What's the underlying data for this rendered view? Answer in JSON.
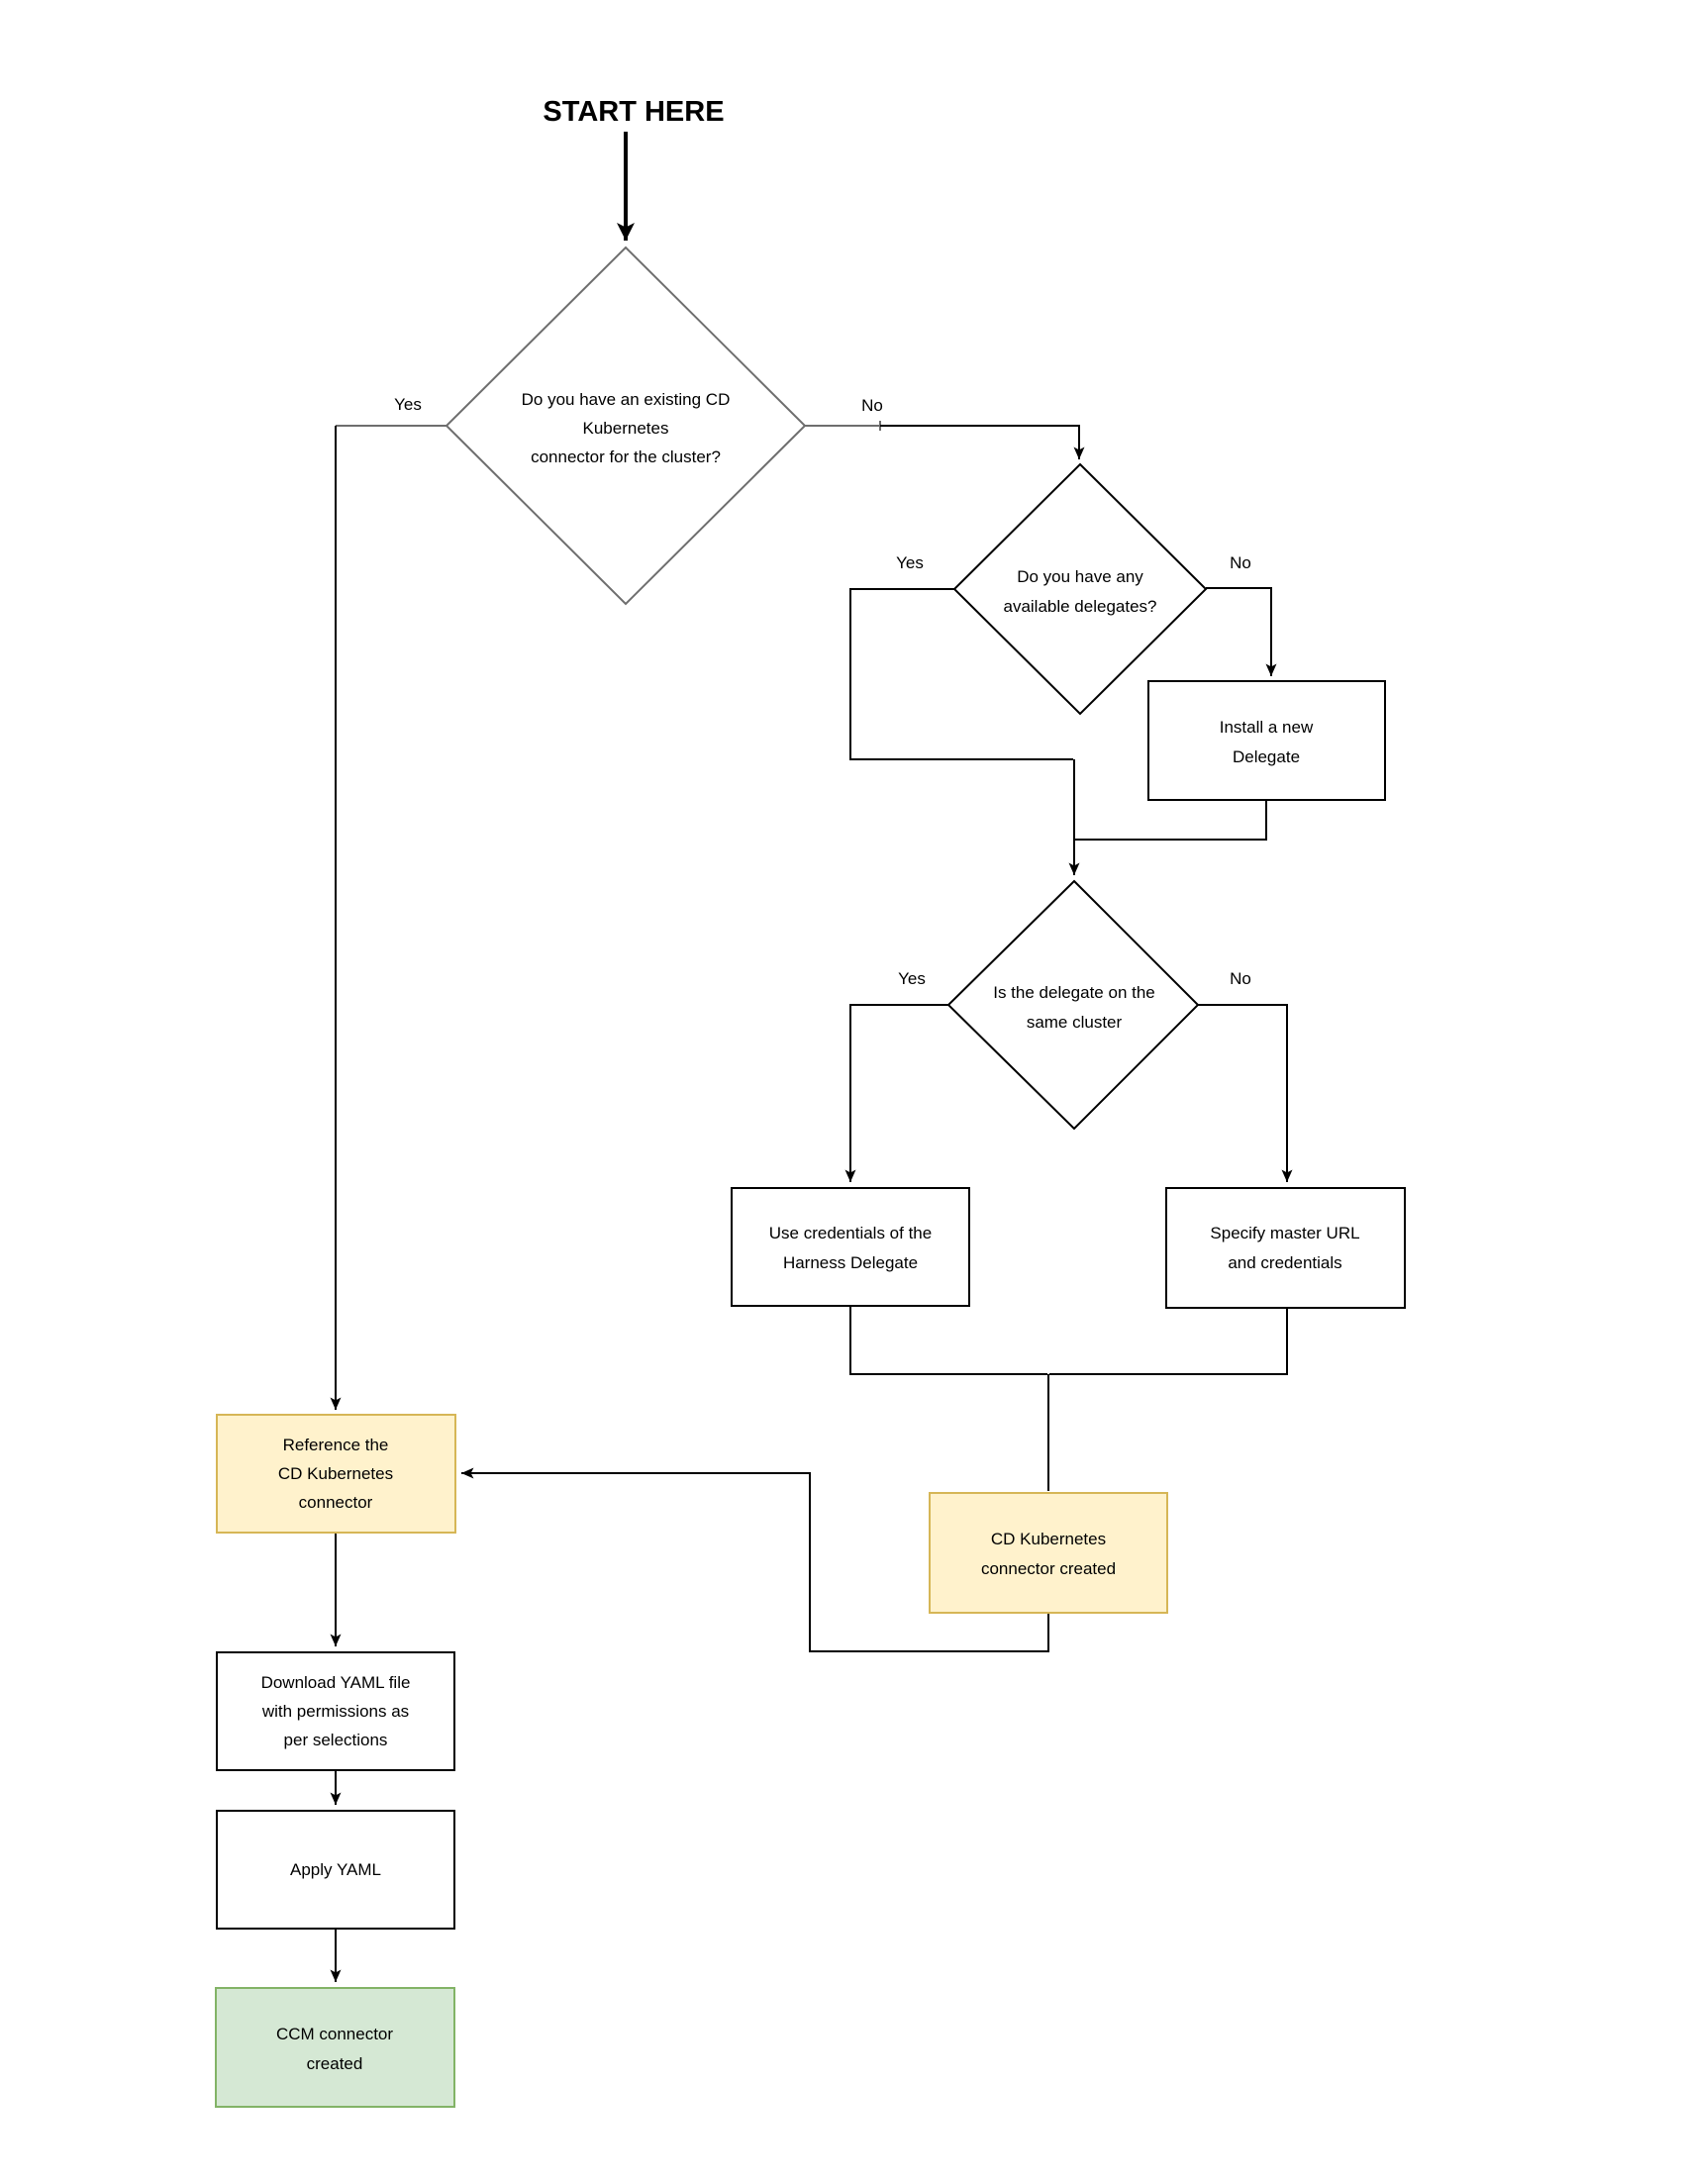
{
  "title": "START HERE",
  "labels": {
    "yes": "Yes",
    "no": "No"
  },
  "nodes": {
    "existing_connector": {
      "type": "decision",
      "line1": "Do you have an existing CD",
      "line2": "Kubernetes",
      "line3": "connector for the cluster?"
    },
    "available_delegates": {
      "type": "decision",
      "line1": "Do you have any",
      "line2": "available delegates?"
    },
    "install_delegate": {
      "type": "process",
      "line1": "Install a new",
      "line2": "Delegate"
    },
    "same_cluster": {
      "type": "decision",
      "line1": "Is the delegate on the",
      "line2": "same cluster"
    },
    "use_credentials": {
      "type": "process",
      "line1": "Use credentials of the",
      "line2": "Harness Delegate"
    },
    "specify_master": {
      "type": "process",
      "line1": "Specify master URL",
      "line2": "and credentials"
    },
    "cd_connector_created": {
      "type": "highlight",
      "line1": "CD Kubernetes",
      "line2": "connector created"
    },
    "reference_connector": {
      "type": "highlight",
      "line1": "Reference the",
      "line2": "CD Kubernetes",
      "line3": "connector"
    },
    "download_yaml": {
      "type": "process",
      "line1": "Download YAML file",
      "line2": "with permissions as",
      "line3": "per selections"
    },
    "apply_yaml": {
      "type": "process",
      "line1": "Apply YAML"
    },
    "ccm_connector_created": {
      "type": "success",
      "line1": "CCM connector",
      "line2": "created"
    }
  },
  "edges": [
    {
      "from": "start",
      "to": "existing_connector",
      "label": ""
    },
    {
      "from": "existing_connector",
      "to": "reference_connector",
      "label": "Yes"
    },
    {
      "from": "existing_connector",
      "to": "available_delegates",
      "label": "No"
    },
    {
      "from": "available_delegates",
      "to": "same_cluster",
      "label": "Yes"
    },
    {
      "from": "available_delegates",
      "to": "install_delegate",
      "label": "No"
    },
    {
      "from": "install_delegate",
      "to": "same_cluster",
      "label": ""
    },
    {
      "from": "same_cluster",
      "to": "use_credentials",
      "label": "Yes"
    },
    {
      "from": "same_cluster",
      "to": "specify_master",
      "label": "No"
    },
    {
      "from": "use_credentials",
      "to": "cd_connector_created",
      "label": ""
    },
    {
      "from": "specify_master",
      "to": "cd_connector_created",
      "label": ""
    },
    {
      "from": "cd_connector_created",
      "to": "reference_connector",
      "label": ""
    },
    {
      "from": "reference_connector",
      "to": "download_yaml",
      "label": ""
    },
    {
      "from": "download_yaml",
      "to": "apply_yaml",
      "label": ""
    },
    {
      "from": "apply_yaml",
      "to": "ccm_connector_created",
      "label": ""
    }
  ],
  "colors": {
    "background": "#FFFFFF",
    "connector_line": "#000000",
    "first_decision_outline": "#6E6E6E",
    "shape_fill": "#FFFFFF",
    "shape_outline": "#000000",
    "highlight_fill": "#FFF2CC",
    "highlight_outline": "#D6B656",
    "success_fill": "#D5E8D4",
    "success_outline": "#82B366",
    "text": "#000000"
  }
}
